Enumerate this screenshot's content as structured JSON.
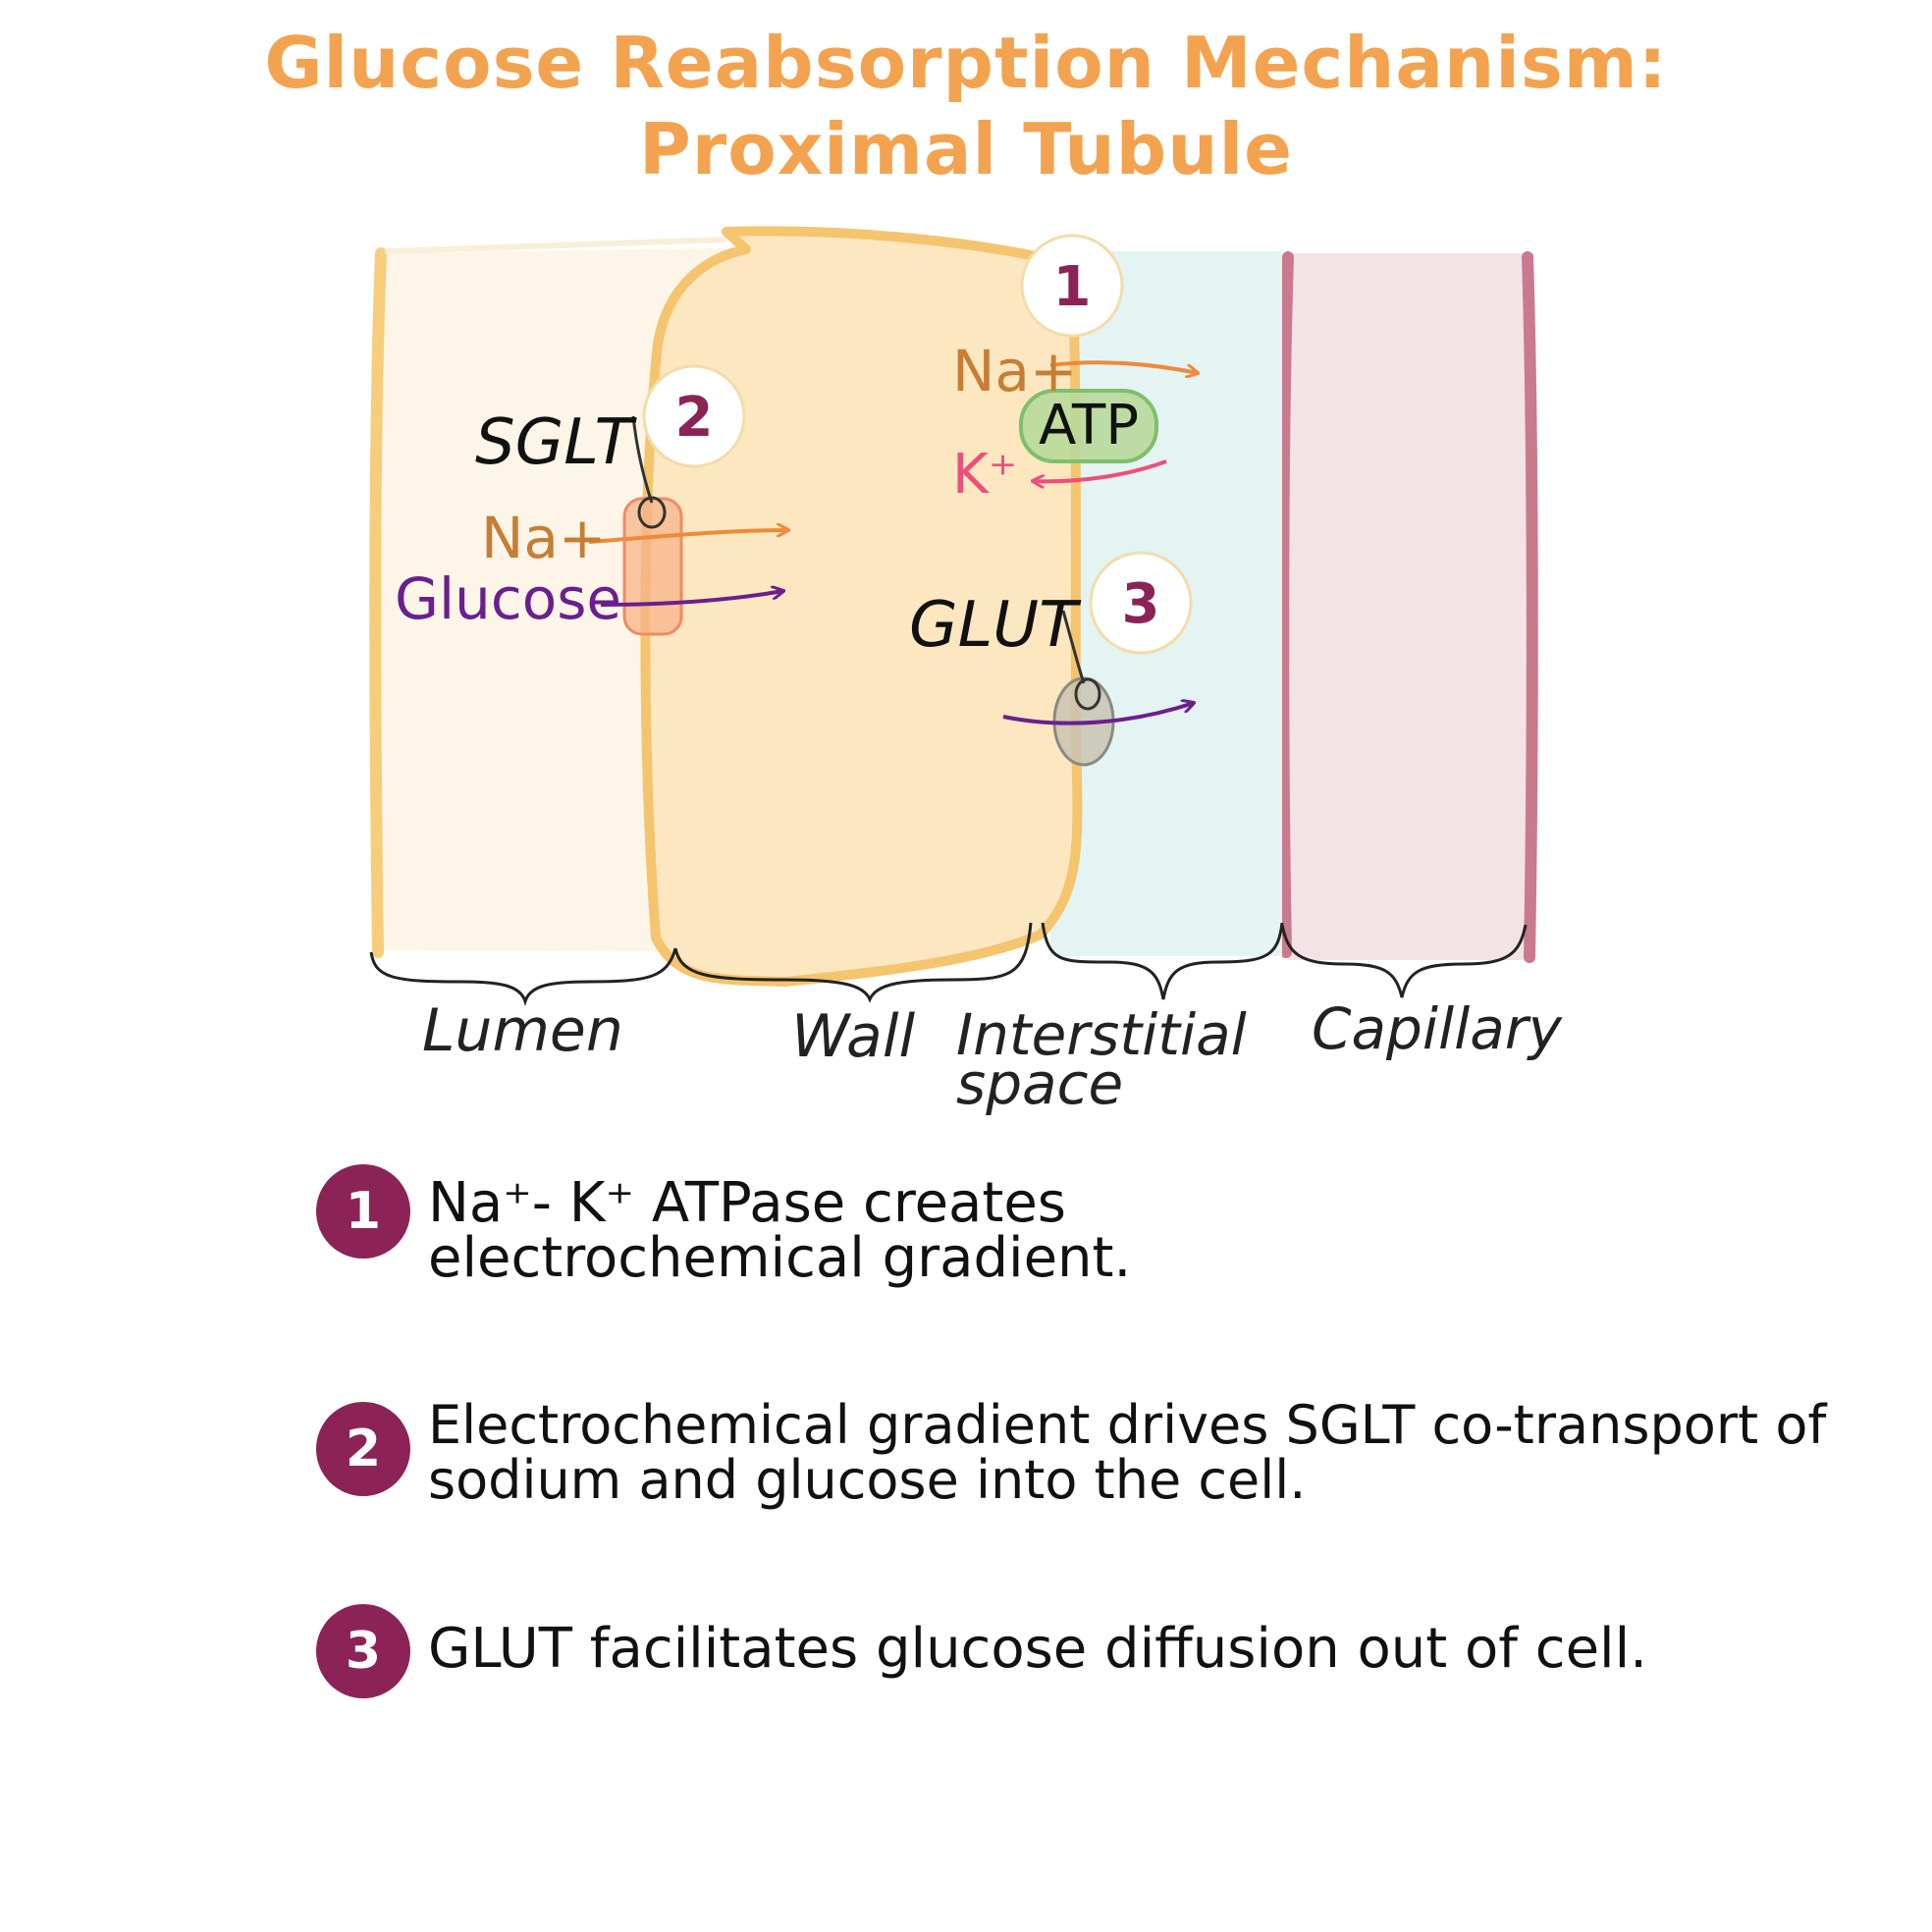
{
  "title": {
    "line1": "Glucose Reabsorption Mechanism:",
    "line2": "Proximal Tubule"
  },
  "diagram": {
    "labels": {
      "sglt": "SGLT",
      "na_lumen": "Na+",
      "glucose": "Glucose",
      "na_pump": "Na+",
      "atp": "ATP",
      "k_pump": "K⁺",
      "glut": "GLUT"
    },
    "steps": {
      "one": "1",
      "two": "2",
      "three": "3"
    },
    "regions": {
      "lumen": "Lumen",
      "wall": "Wall",
      "interstitial_line1": "Interstitial",
      "interstitial_line2": "space",
      "capillary": "Capillary"
    },
    "colors": {
      "title": "#f3a34f",
      "sodium": "#ee8a3a",
      "glucose": "#6a1f8e",
      "potassium": "#ec4f7c",
      "step_badge": "#8b2356"
    }
  },
  "legend": [
    {
      "number": "1",
      "text": "Na⁺-  K⁺ ATPase creates electrochemical gradient."
    },
    {
      "number": "2",
      "text": "Electrochemical gradient drives SGLT co-transport of sodium and glucose into the cell."
    },
    {
      "number": "3",
      "text": "GLUT facilitates glucose diffusion out of cell."
    }
  ]
}
